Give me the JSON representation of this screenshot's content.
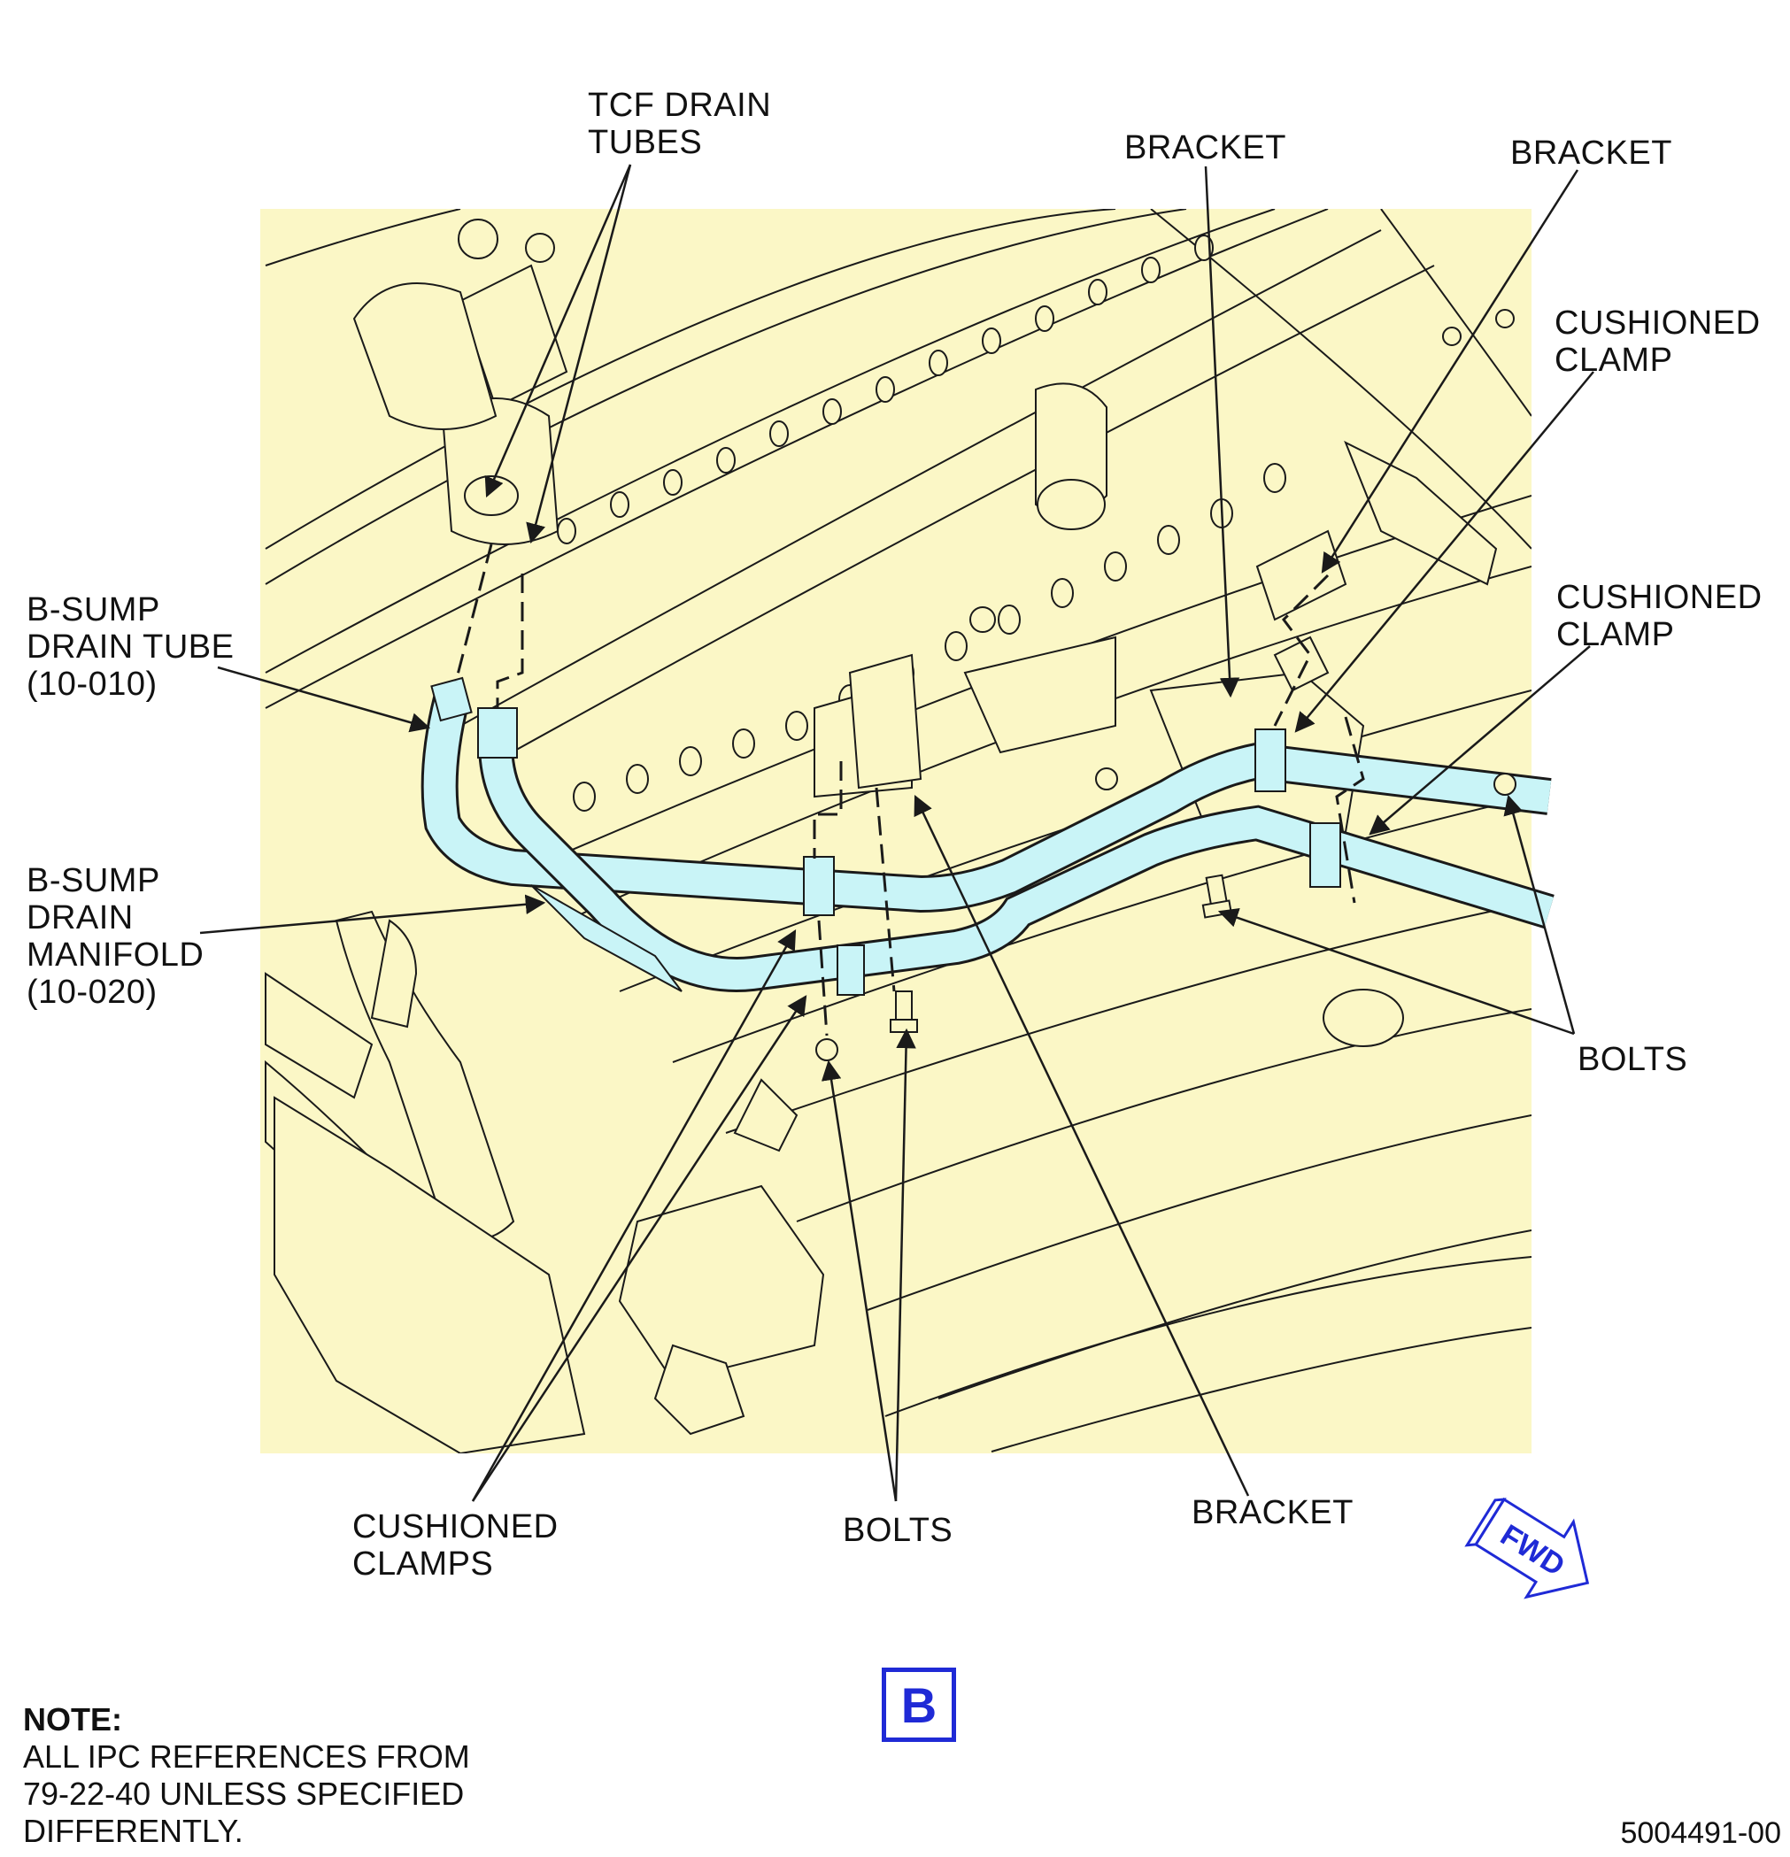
{
  "colors": {
    "background_panel": "#fbf7c6",
    "tube_fill": "#c9f4f7",
    "line": "#1a1a1a",
    "view_label": "#1f2ad6",
    "fwd_arrow": "#1f2ad6"
  },
  "callouts": {
    "tcf_drain_tubes": "TCF DRAIN\nTUBES",
    "bracket_top_middle": "BRACKET",
    "bracket_top_right": "BRACKET",
    "cushioned_clamp_upper": "CUSHIONED\nCLAMP",
    "cushioned_clamp_lower": "CUSHIONED\nCLAMP",
    "b_sump_drain_tube": "B-SUMP\nDRAIN TUBE\n(10-010)",
    "b_sump_drain_manifold": "B-SUMP\nDRAIN\nMANIFOLD\n(10-020)",
    "bolts_right": "BOLTS",
    "cushioned_clamps_bottom": "CUSHIONED\nCLAMPS",
    "bolts_bottom": "BOLTS",
    "bracket_bottom": "BRACKET"
  },
  "fwd_arrow_label": "FWD",
  "view_label": "B",
  "note": {
    "heading": "NOTE:",
    "body": "ALL IPC REFERENCES FROM\n79-22-40 UNLESS SPECIFIED\nDIFFERENTLY."
  },
  "figure_number": "5004491-00"
}
